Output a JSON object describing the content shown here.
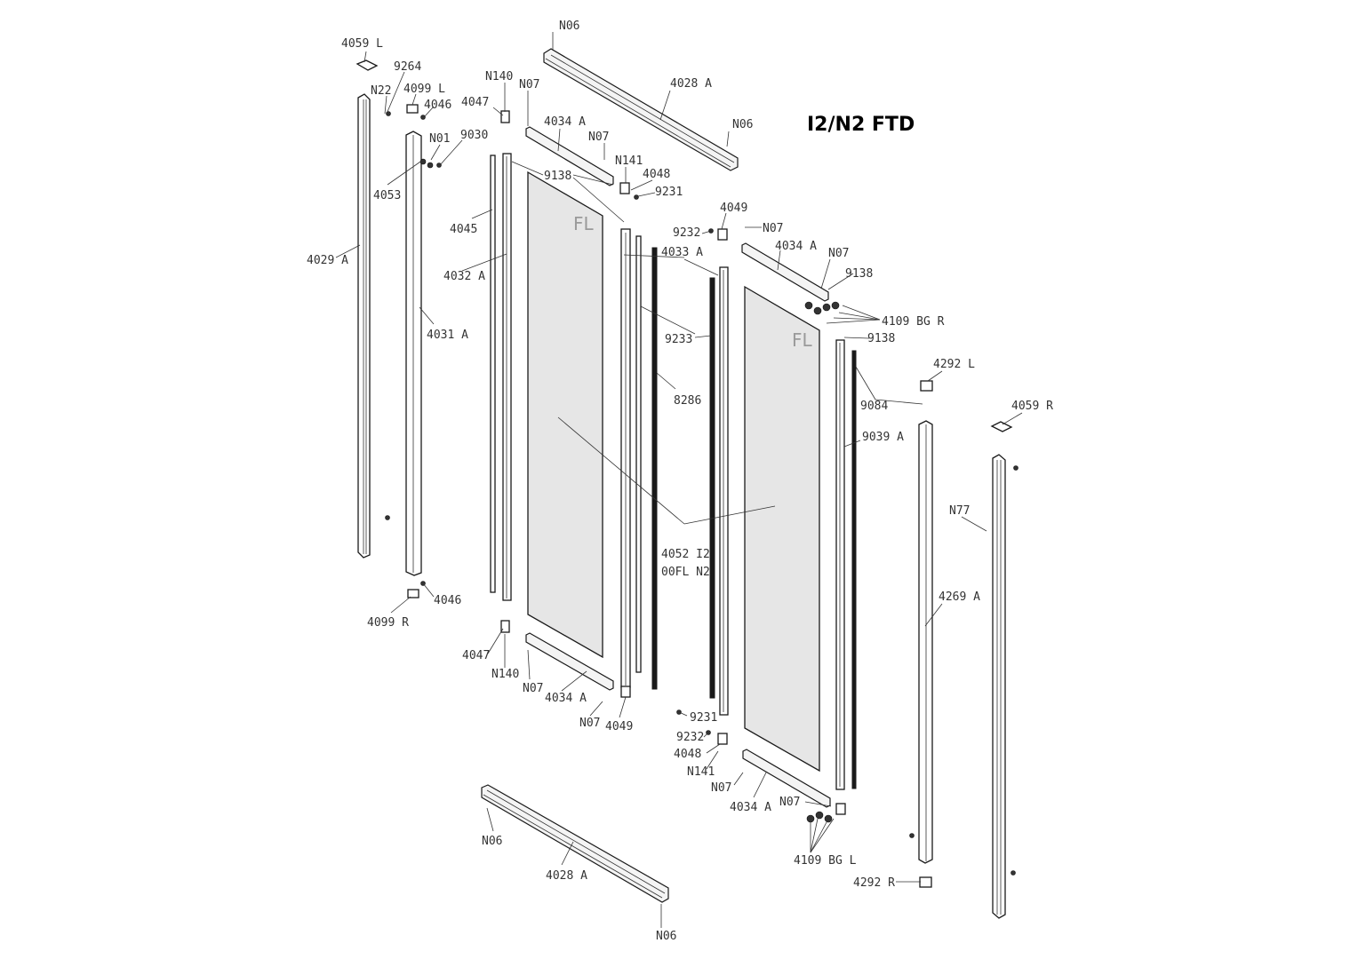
{
  "title": "I2/N2 FTD",
  "glass_marks": [
    "FL",
    "FL"
  ],
  "labels": {
    "l01": "N06",
    "l02": "4059 L",
    "l03": "9264",
    "l04": "N22",
    "l05": "4099 L",
    "l06": "4046",
    "l07": "N140",
    "l08": "4047",
    "l09": "N07",
    "l10": "4028 A",
    "l11": "N06",
    "l12": "4034 A",
    "l13": "N07",
    "l14": "N01",
    "l15": "9030",
    "l16": "N141",
    "l17": "4048",
    "l18": "9138",
    "l19": "9231",
    "l20": "4053",
    "l21": "4049",
    "l22": "9232",
    "l23": "N07",
    "l24": "4034 A",
    "l25": "4045",
    "l26": "N07",
    "l27": "4033 A",
    "l28": "4029 A",
    "l29": "9138",
    "l30": "4032 A",
    "l31": "4109 BG R",
    "l32": "4031 A",
    "l33": "9233",
    "l34": "9138",
    "l35": "4292 L",
    "l36": "8286",
    "l37": "9084",
    "l38": "4059 R",
    "l39": "9039 A",
    "l40": "N77",
    "l41": "4052 I2",
    "l42": "00FL N2",
    "l43": "4269 A",
    "l44": "4046",
    "l45": "4099 R",
    "l46": "4047",
    "l47": "N140",
    "l48": "N07",
    "l49": "4034 A",
    "l50": "N07",
    "l51": "4049",
    "l52": "9231",
    "l53": "9232",
    "l54": "4048",
    "l55": "N141",
    "l56": "N07",
    "l57": "4034 A",
    "l58": "N07",
    "l59": "N06",
    "l60": "4109 BG L",
    "l61": "4028 A",
    "l62": "4292 R",
    "l63": "N06"
  }
}
